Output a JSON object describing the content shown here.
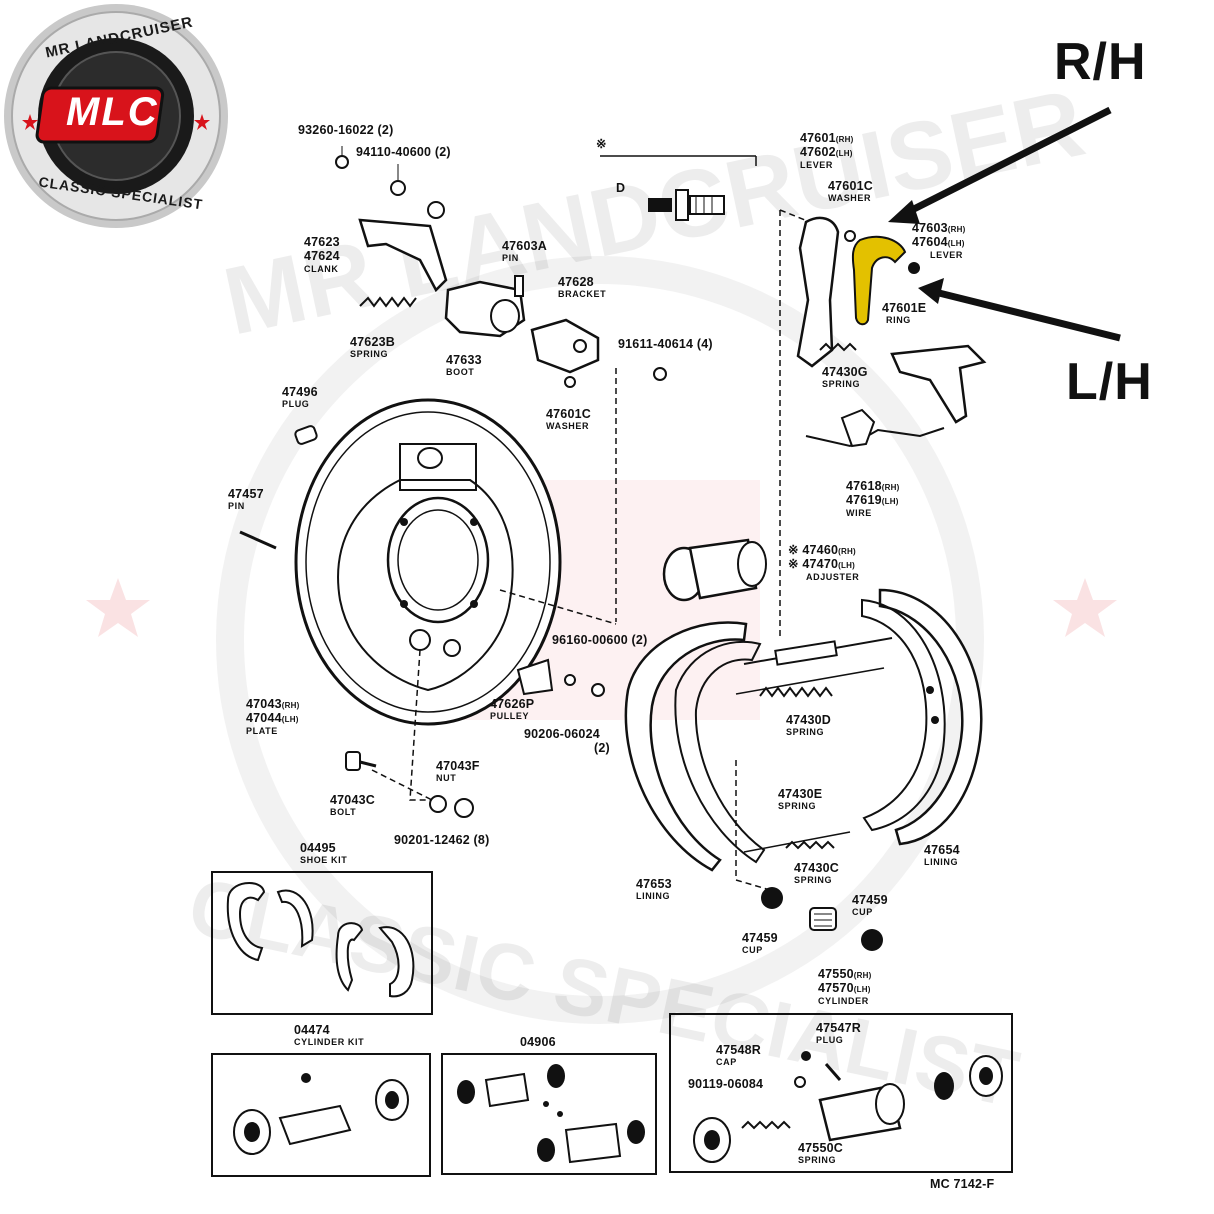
{
  "logo": {
    "top_text": "MR LANDCRUISER",
    "bottom_text": "CLASSIC SPECIALIST",
    "monogram": "MLC"
  },
  "watermark": {
    "top": "MR LANDCRUISER",
    "bottom": "CLASSIC SPECIALIST"
  },
  "callouts": {
    "rh": "R/H",
    "lh": "L/H"
  },
  "colors": {
    "highlight": "#e3c100",
    "logo_red": "#d8131b",
    "ink": "#111111"
  },
  "parts": {
    "p93260": "93260-16022 (2)",
    "p94110": "94110-40600 (2)",
    "p47623": "47623",
    "p47624": "47624",
    "clank": "CLANK",
    "p47603a": "47603A",
    "pin1": "PIN",
    "p47628": "47628",
    "bracket": "BRACKET",
    "p47623b": "47623B",
    "spring1": "SPRING",
    "p47633": "47633",
    "boot": "BOOT",
    "p91611": "91611-40614 (4)",
    "p47601c_a": "47601C",
    "washer_a": "WASHER",
    "p47496": "47496",
    "plug": "PLUG",
    "p47457": "47457",
    "pin2": "PIN",
    "p47043": "47043",
    "p47044": "47044",
    "plate": "PLATE",
    "p96160": "96160-00600 (2)",
    "p47626p": "47626P",
    "pulley": "PULLEY",
    "p90206": "90206-06024",
    "p90206q": "(2)",
    "p47043c": "47043C",
    "bolt": "BOLT",
    "p47043f": "47043F",
    "nut": "NUT",
    "p90201": "90201-12462 (8)",
    "p04495": "04495",
    "shoekit": "SHOE KIT",
    "p04474": "04474",
    "cylkit": "CYLINDER KIT",
    "p04906": "04906",
    "p47601": "47601",
    "p47602": "47602",
    "lever1": "LEVER",
    "p47601c_b": "47601C",
    "washer_b": "WASHER",
    "p47603": "47603",
    "p47604": "47604",
    "lever2": "LEVER",
    "p47601e": "47601E",
    "ring": "RING",
    "p47430g": "47430G",
    "spring2": "SPRING",
    "p47618": "47618",
    "p47619": "47619",
    "wire": "WIRE",
    "p47460": "47460",
    "p47470": "47470",
    "adjuster": "ADJUSTER",
    "p47430d": "47430D",
    "spring3": "SPRING",
    "p47430e": "47430E",
    "spring4": "SPRING",
    "p47653": "47653",
    "lining1": "LINING",
    "p47654": "47654",
    "lining2": "LINING",
    "p47430c": "47430C",
    "spring5": "SPRING",
    "p47459a": "47459",
    "cup1": "CUP",
    "p47459b": "47459",
    "cup2": "CUP",
    "p47550": "47550",
    "p47570": "47570",
    "cylinder": "CYLINDER",
    "p47547r": "47547R",
    "plug2": "PLUG",
    "p47548r": "47548R",
    "cap": "CAP",
    "p90119": "90119-06084",
    "p47550c": "47550C",
    "spring6": "SPRING",
    "rh": "(RH)",
    "lh": "(LH)",
    "mark": "※",
    "d": "D",
    "mc": "MC 7142-F"
  }
}
